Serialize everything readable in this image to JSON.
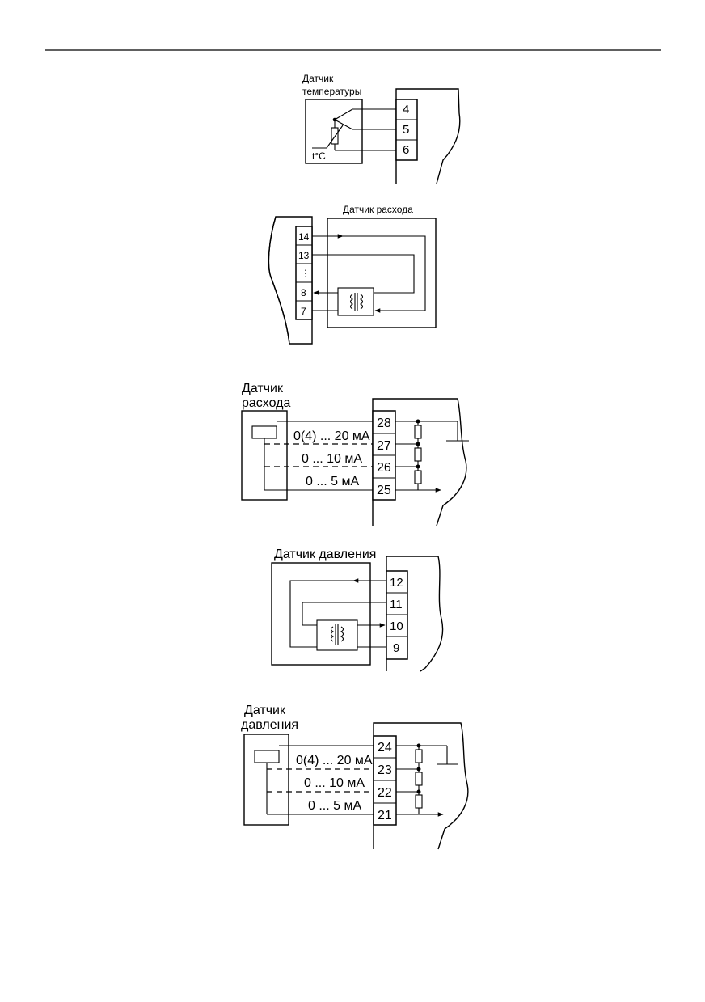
{
  "diagrams": {
    "temperature": {
      "label_line1": "Датчик",
      "label_line2": "температуры",
      "symbol": "t°C",
      "terminals": [
        "4",
        "5",
        "6"
      ]
    },
    "flow_bridge": {
      "label": "Датчик расхода",
      "terminals": [
        "14",
        "13",
        "⋮",
        "8",
        "7"
      ]
    },
    "flow_current": {
      "label_line1": "Датчик",
      "label_line2": "расхода",
      "ranges": [
        "0(4) ... 20 мА",
        "0 ... 10 мА",
        "0 ... 5 мА"
      ],
      "terminals": [
        "28",
        "27",
        "26",
        "25"
      ]
    },
    "pressure_bridge": {
      "label": "Датчик давления",
      "terminals": [
        "12",
        "11",
        "10",
        "9"
      ]
    },
    "pressure_current": {
      "label_line1": "Датчик",
      "label_line2": "давления",
      "ranges": [
        "0(4) ... 20 мА",
        "0 ... 10 мА",
        "0 ... 5 мА"
      ],
      "terminals": [
        "24",
        "23",
        "22",
        "21"
      ]
    }
  }
}
